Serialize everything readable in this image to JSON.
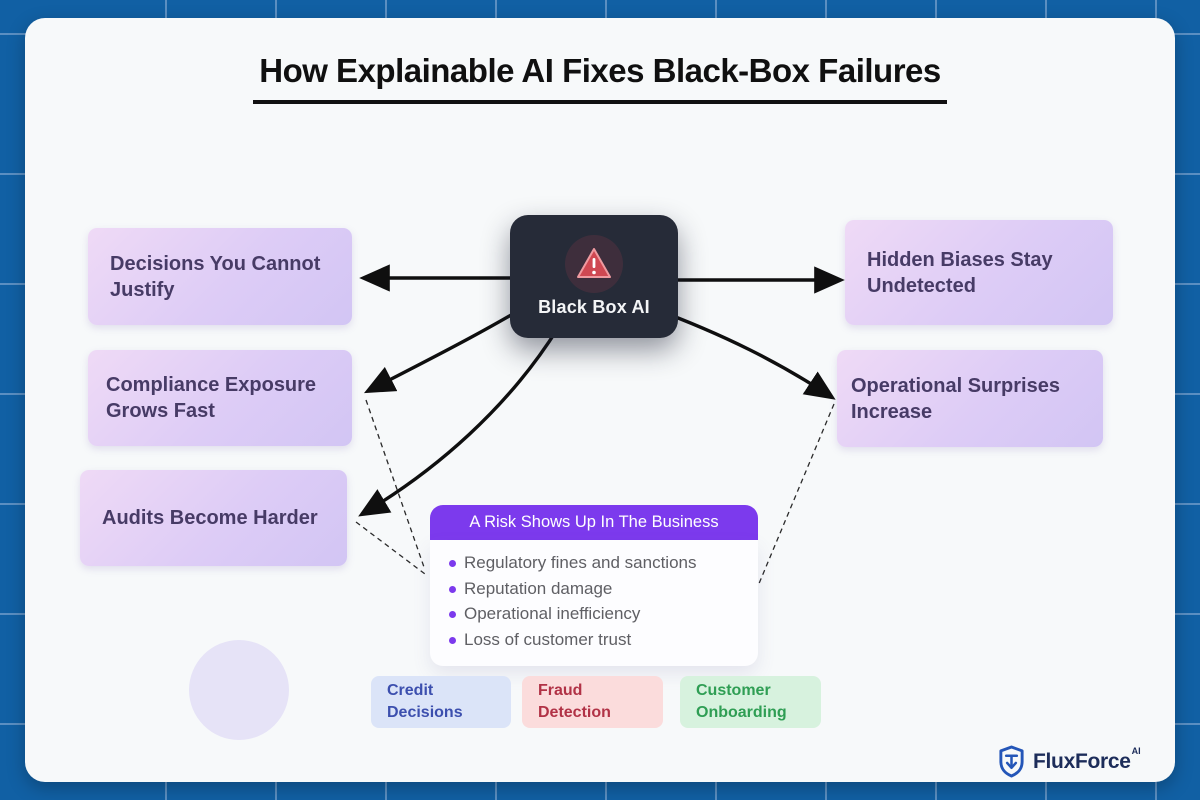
{
  "title": "How Explainable AI Fixes Black-Box Failures",
  "center_node": {
    "label": "Black Box AI",
    "icon": "warning-triangle-icon",
    "bg_color": "#262b38",
    "icon_color": "#d64655"
  },
  "failures_left": [
    "Decisions You Cannot Justify",
    "Compliance Exposure Grows Fast",
    "Audits Become Harder"
  ],
  "failures_right": [
    "Hidden Biases Stay Undetected",
    "Operational Surprises Increase"
  ],
  "failure_box_colors": {
    "bg_gradient": [
      "#efdaf6",
      "#d2c5f4"
    ],
    "text": "#473b66"
  },
  "risk_panel": {
    "header": "A Risk Shows Up In The Business",
    "header_bg": "#7c3aed",
    "items": [
      "Regulatory fines and sanctions",
      "Reputation damage",
      "Operational inefficiency",
      "Loss of customer trust"
    ]
  },
  "use_case_tags": [
    {
      "label": "Credit\nDecisions",
      "bg": "#dbe4f8",
      "fg": "#3c4fae"
    },
    {
      "label": "Fraud\nDetection",
      "bg": "#fbdcdc",
      "fg": "#b13246"
    },
    {
      "label": "Customer\nOnboarding",
      "bg": "#d7f2de",
      "fg": "#2f9e54"
    }
  ],
  "brand": {
    "name": "FluxForce",
    "superscript": "AI",
    "icon": "shield-icon",
    "color": "#1d2d5a",
    "icon_color": "#2456b8"
  },
  "background": {
    "frame_color": "#1160a4",
    "grid_color": "#5b8fc2",
    "panel_color": "#f7f9fa"
  }
}
